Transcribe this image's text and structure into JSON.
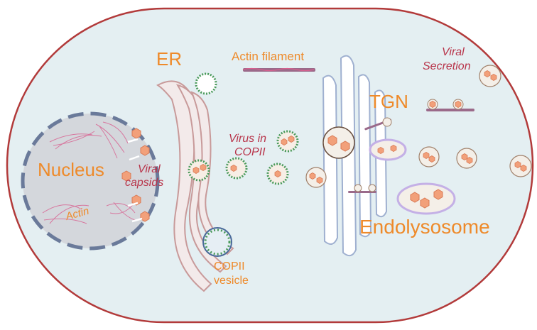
{
  "labels": {
    "er": "ER",
    "actin_filament": "Actin filament",
    "viral_secretion_line1": "Viral",
    "viral_secretion_line2": "Secretion",
    "tgn": "TGN",
    "virus_in_copii_line1": "Virus in",
    "virus_in_copii_line2": "COPII",
    "nucleus": "Nucleus",
    "actin": "Actin",
    "viral_capsids_line1": "Viral",
    "viral_capsids_line2": "capsids",
    "endolysosome": "Endolysosome",
    "copii_vesicle_line1": "COPII",
    "copii_vesicle_line2": "vesicle"
  },
  "colors": {
    "cell_fill": "#e4eff2",
    "cell_border": "#b23a3a",
    "nucleus_fill": "#d4d7dc",
    "nucleus_border": "#6a7a9a",
    "er_stroke": "#c89a9a",
    "golgi_stroke": "#9fb0d0",
    "label_orange": "#ee8a2a",
    "label_red": "#b8344a",
    "capsid_fill": "#f2a07a",
    "capsid_stroke": "#d97a55",
    "copii_coat": "#4a9a5a",
    "endolysosome_border": "#c4b0e6",
    "actin_pink": "#d8608f"
  }
}
